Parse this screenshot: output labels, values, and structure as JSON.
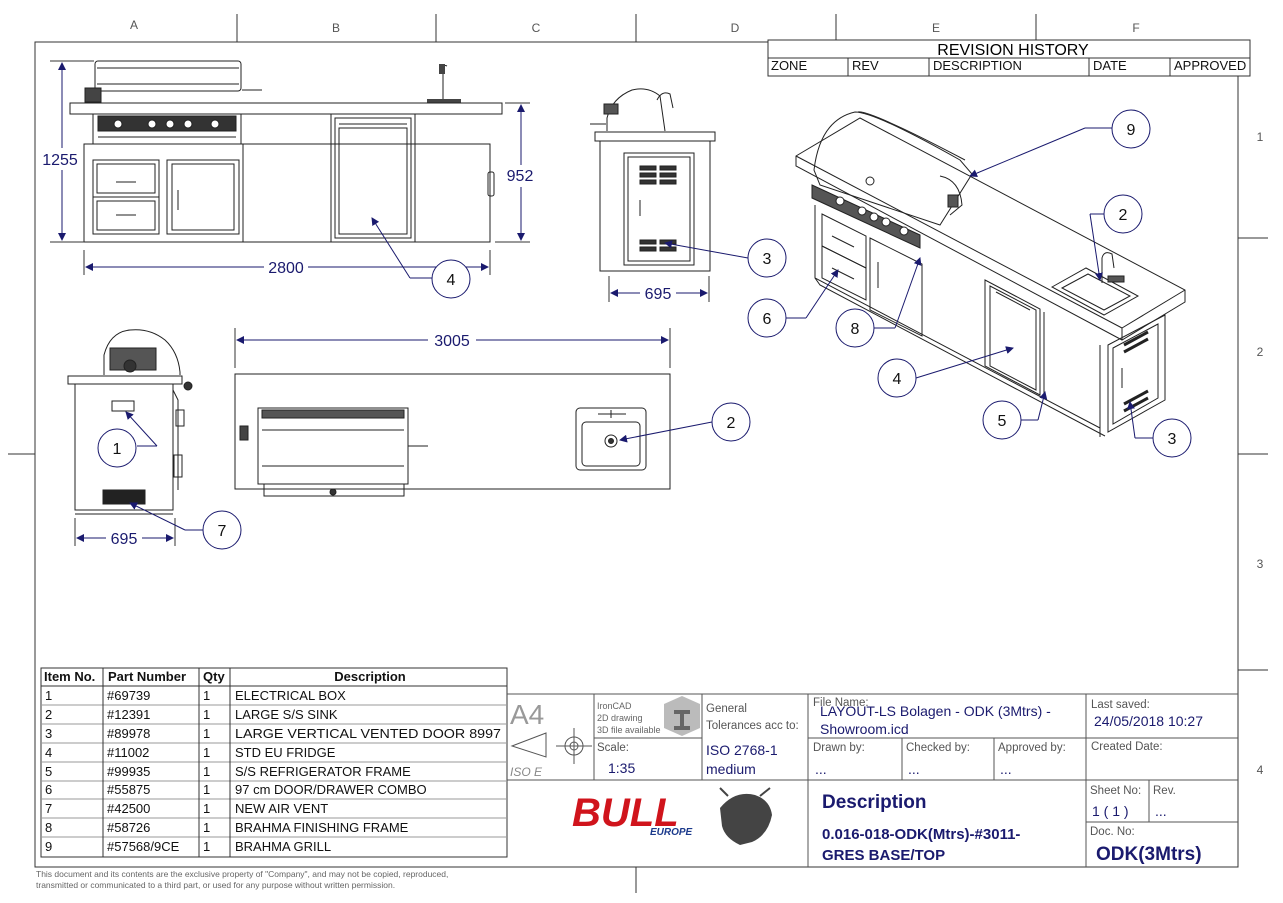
{
  "grid": {
    "columns": [
      "A",
      "B",
      "C",
      "D",
      "E",
      "F"
    ],
    "rows": [
      "1",
      "2",
      "3",
      "4"
    ]
  },
  "revision_history": {
    "title": "REVISION HISTORY",
    "headers": [
      "ZONE",
      "REV",
      "DESCRIPTION",
      "DATE",
      "APPROVED"
    ]
  },
  "dimensions": {
    "front_height": "1255",
    "front_width": "2800",
    "front_fridge_height": "952",
    "side_depth_right": "695",
    "top_width": "3005",
    "side_depth_left": "695"
  },
  "balloons": {
    "b1": "1",
    "b2_top": "2",
    "b2_iso": "2",
    "b3_side": "3",
    "b3_iso": "3",
    "b4_front": "4",
    "b4_iso": "4",
    "b5": "5",
    "b6": "6",
    "b7": "7",
    "b8": "8",
    "b9": "9"
  },
  "parts_table": {
    "headers": [
      "Item No.",
      "Part Number",
      "Qty",
      "Description"
    ],
    "rows": [
      [
        "1",
        "#69739",
        "1",
        "ELECTRICAL BOX"
      ],
      [
        "2",
        "#12391",
        "1",
        "LARGE S/S SINK"
      ],
      [
        "3",
        "#89978",
        "1",
        "LARGE VERTICAL VENTED  DOOR 8997"
      ],
      [
        "4",
        "#11002",
        "1",
        "STD EU FRIDGE"
      ],
      [
        "5",
        "#99935",
        "1",
        "S/S REFRIGERATOR FRAME"
      ],
      [
        "6",
        "#55875",
        "1",
        "97 cm DOOR/DRAWER COMBO"
      ],
      [
        "7",
        "#42500",
        "1",
        "NEW AIR VENT"
      ],
      [
        "8",
        "#58726",
        "1",
        "BRAHMA FINISHING FRAME"
      ],
      [
        "9",
        "#57568/9CE",
        "1",
        "BRAHMA GRILL"
      ]
    ]
  },
  "title_block": {
    "sheet_size": "A4",
    "projection_label": "ISO E",
    "ironcad_lines": [
      "IronCAD",
      "2D drawing",
      "3D file available"
    ],
    "general_tol_label": "General",
    "tol_acc_label": "Tolerances acc to:",
    "tol_standard": "ISO 2768-1",
    "tol_class": "medium",
    "scale_label": "Scale:",
    "scale_value": "1:35",
    "file_name_label": "File Name:",
    "file_name_line1": "LAYOUT-LS Bolagen - ODK (3Mtrs) -",
    "file_name_line2": "Showroom.icd",
    "drawn_by_label": "Drawn by:",
    "drawn_by_value": "...",
    "checked_by_label": "Checked by:",
    "checked_by_value": "...",
    "approved_by_label": "Approved by:",
    "approved_by_value": "...",
    "last_saved_label": "Last saved:",
    "last_saved_value": "24/05/2018 10:27",
    "created_date_label": "Created Date:",
    "description_label": "Description",
    "description_line1": "0.016-018-ODK(Mtrs)-#3011-",
    "description_line2": "GRES BASE/TOP",
    "sheet_no_label": "Sheet No:",
    "sheet_no_value": "1  ( 1  )",
    "rev_label": "Rev.",
    "rev_value": "...",
    "doc_no_label": "Doc. No:",
    "doc_no_value": "ODK(3Mtrs)",
    "logo_main": "BULL",
    "logo_sub": "EUROPE"
  },
  "footer": {
    "line1": "This document and its contents are the exclusive property of \"Company\", and may not be copied, reproduced,",
    "line2": "transmitted or communicated to a third part, or used for any purpose without written permission."
  },
  "colors": {
    "leader_blue": "#1a1a6e",
    "logo_red": "#d0141c",
    "logo_blue": "#1b3a8c"
  }
}
